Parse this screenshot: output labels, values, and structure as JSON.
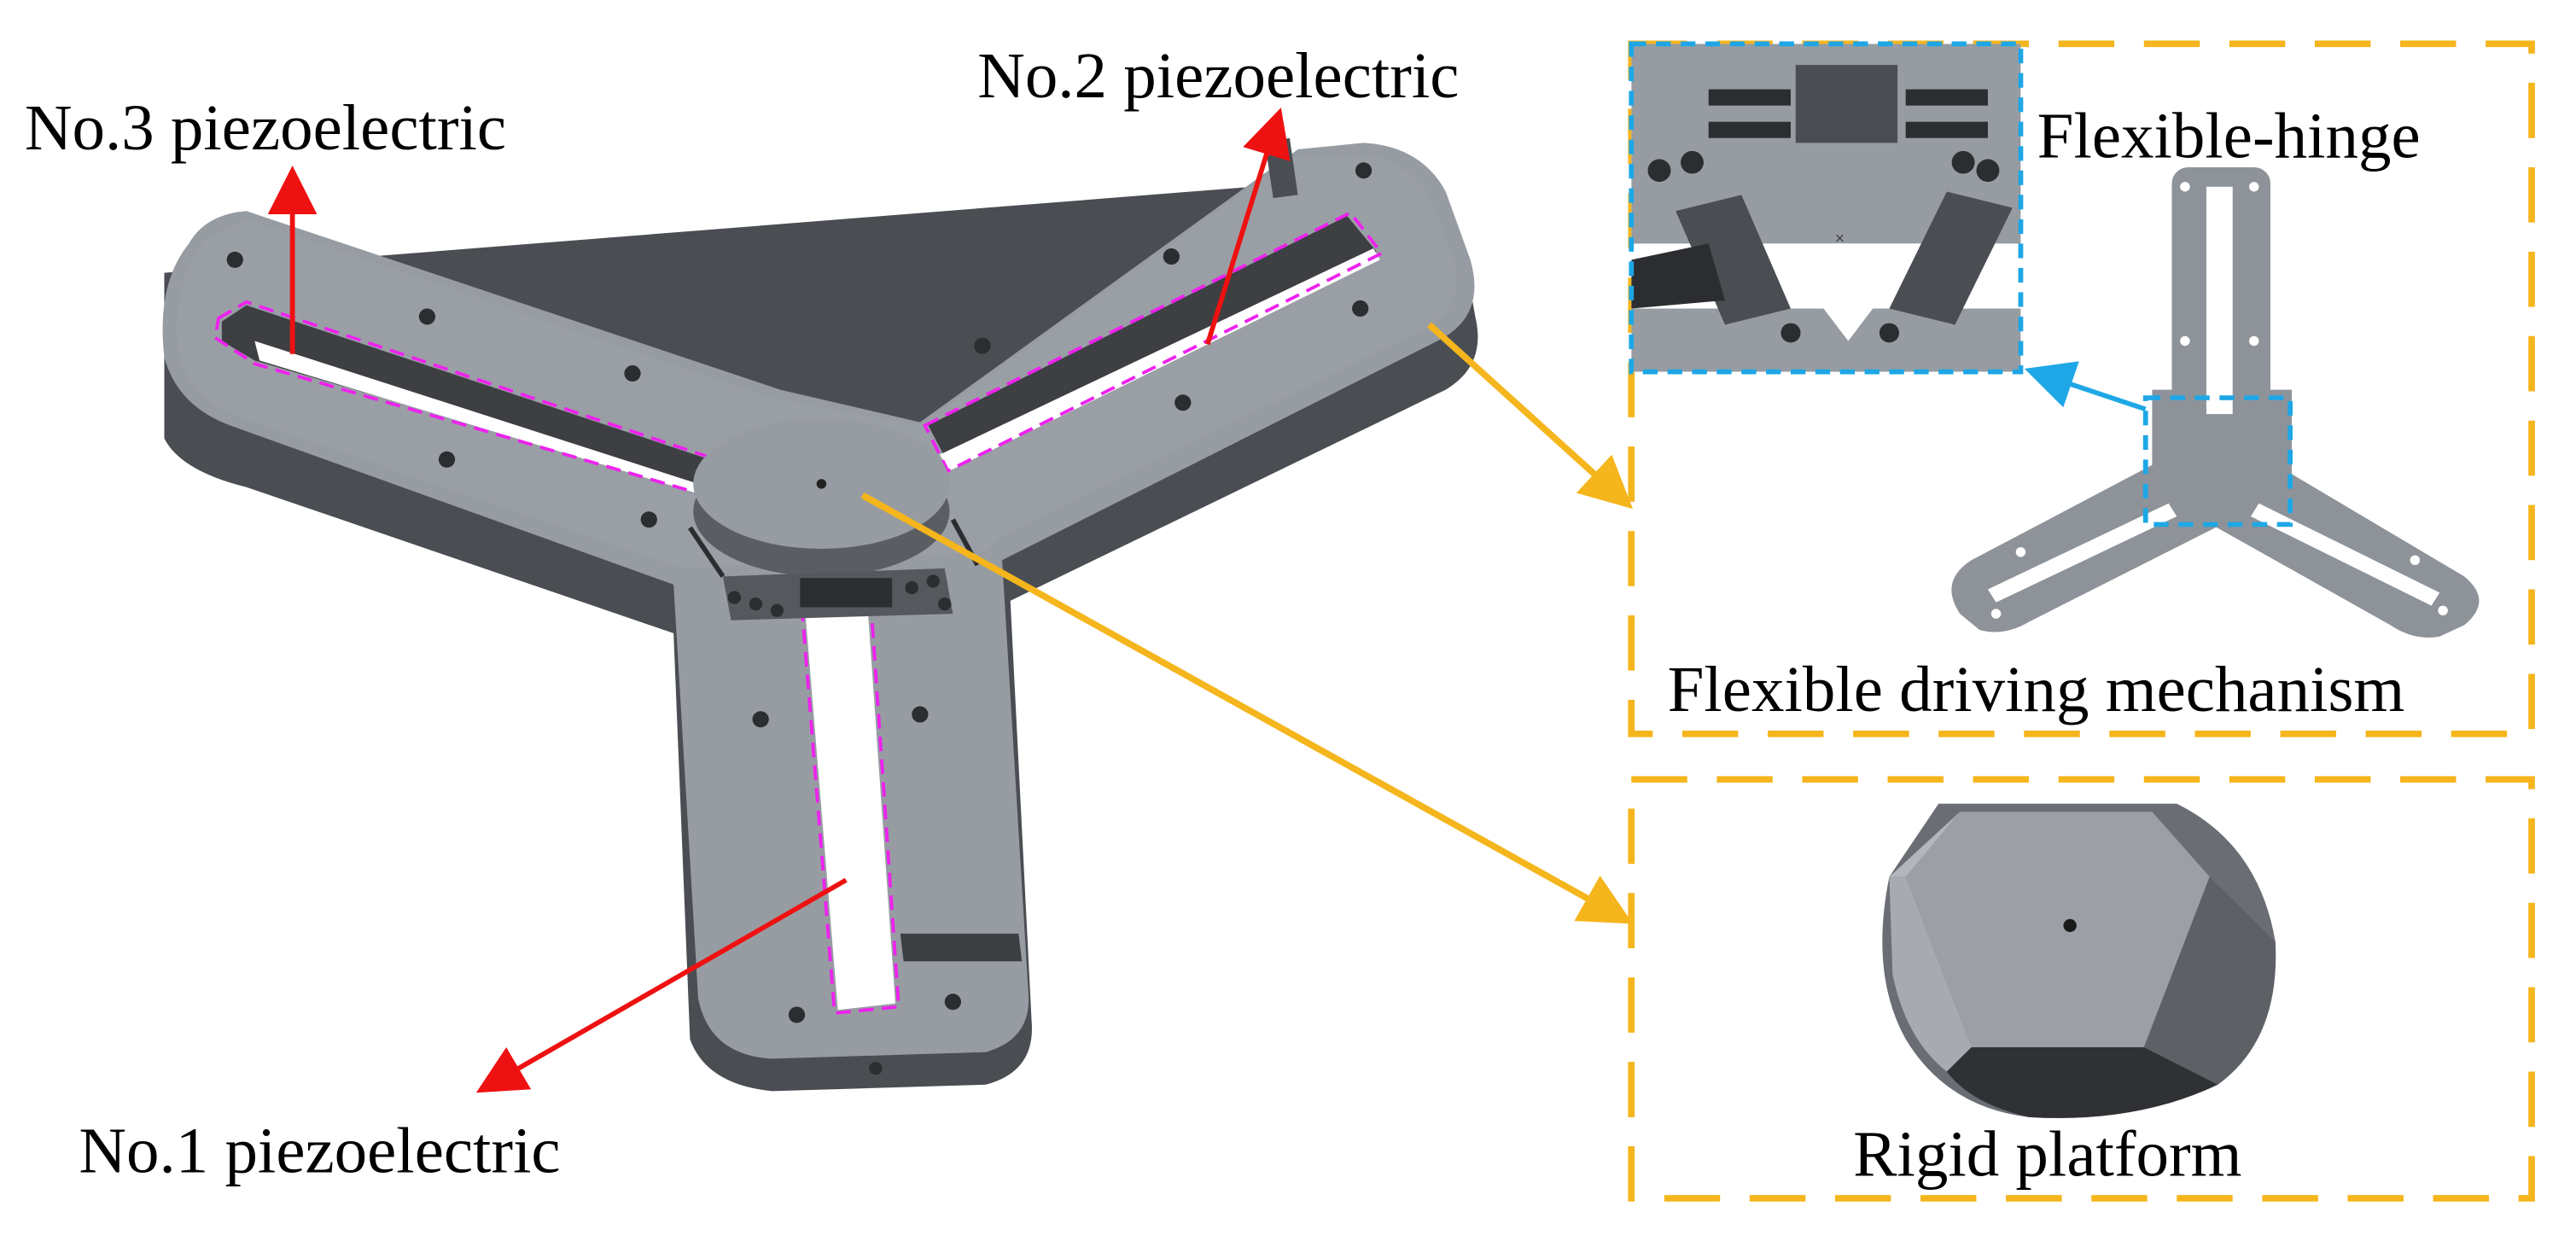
{
  "labels": {
    "no3": "No.3 piezoelectric",
    "no2": "No.2 piezoelectric",
    "no1": "No.1 piezoelectric",
    "hinge": "Flexible-hinge",
    "mechanism": "Flexible driving mechanism",
    "platform": "Rigid platform"
  },
  "colors": {
    "body_top": "#979ca2",
    "body_side": "#4a4d52",
    "slot_dark": "#3d3f43",
    "slot_outline": "#ee22ee",
    "red_arrow": "#ee1111",
    "yellow_arrow": "#f5b51c",
    "blue_dash": "#1ea7e6",
    "panel_border": "#f5b51c"
  }
}
